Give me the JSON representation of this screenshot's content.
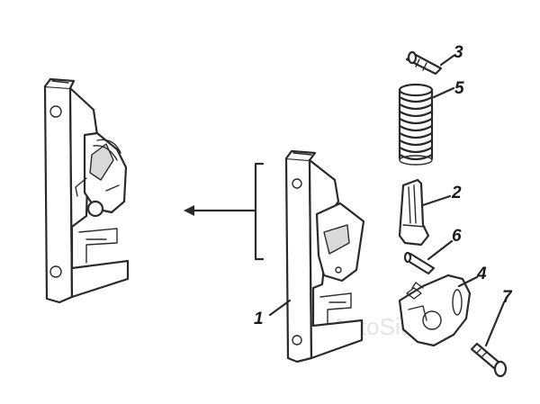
{
  "labels": {
    "p1": "1",
    "p2": "2",
    "p3": "3",
    "p4": "4",
    "p5": "5",
    "p6": "6",
    "p7": "7"
  },
  "watermark": "AutoSite",
  "colors": {
    "ink": "#2a2a2a",
    "paper": "#ffffff",
    "watermark": "#e4e4e4"
  }
}
